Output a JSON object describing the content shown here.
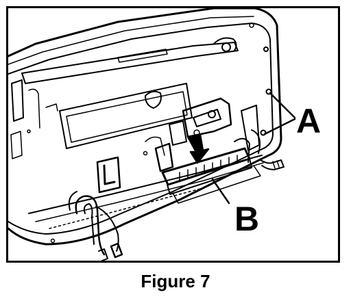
{
  "callouts": {
    "a": "A",
    "b": "B"
  },
  "caption": "Figure 7",
  "line_color": "#000000",
  "background_color": "#ffffff"
}
